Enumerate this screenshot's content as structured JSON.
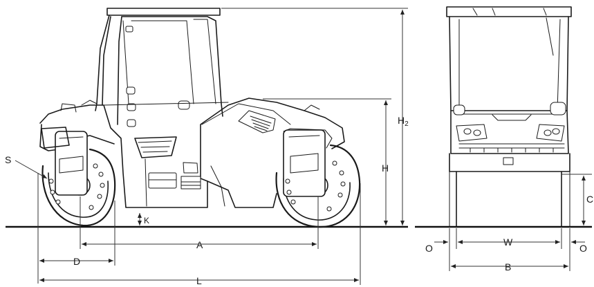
{
  "diagram": {
    "dimension_labels": {
      "A": "A",
      "B": "B",
      "C": "C",
      "D": "D",
      "H": "H",
      "H2_base": "H",
      "H2_sub": "2",
      "K": "K",
      "L": "L",
      "O_left": "O",
      "O_right": "O",
      "S": "S",
      "W": "W"
    },
    "colors": {
      "ink": "#1a1a1a",
      "background": "#ffffff"
    }
  }
}
